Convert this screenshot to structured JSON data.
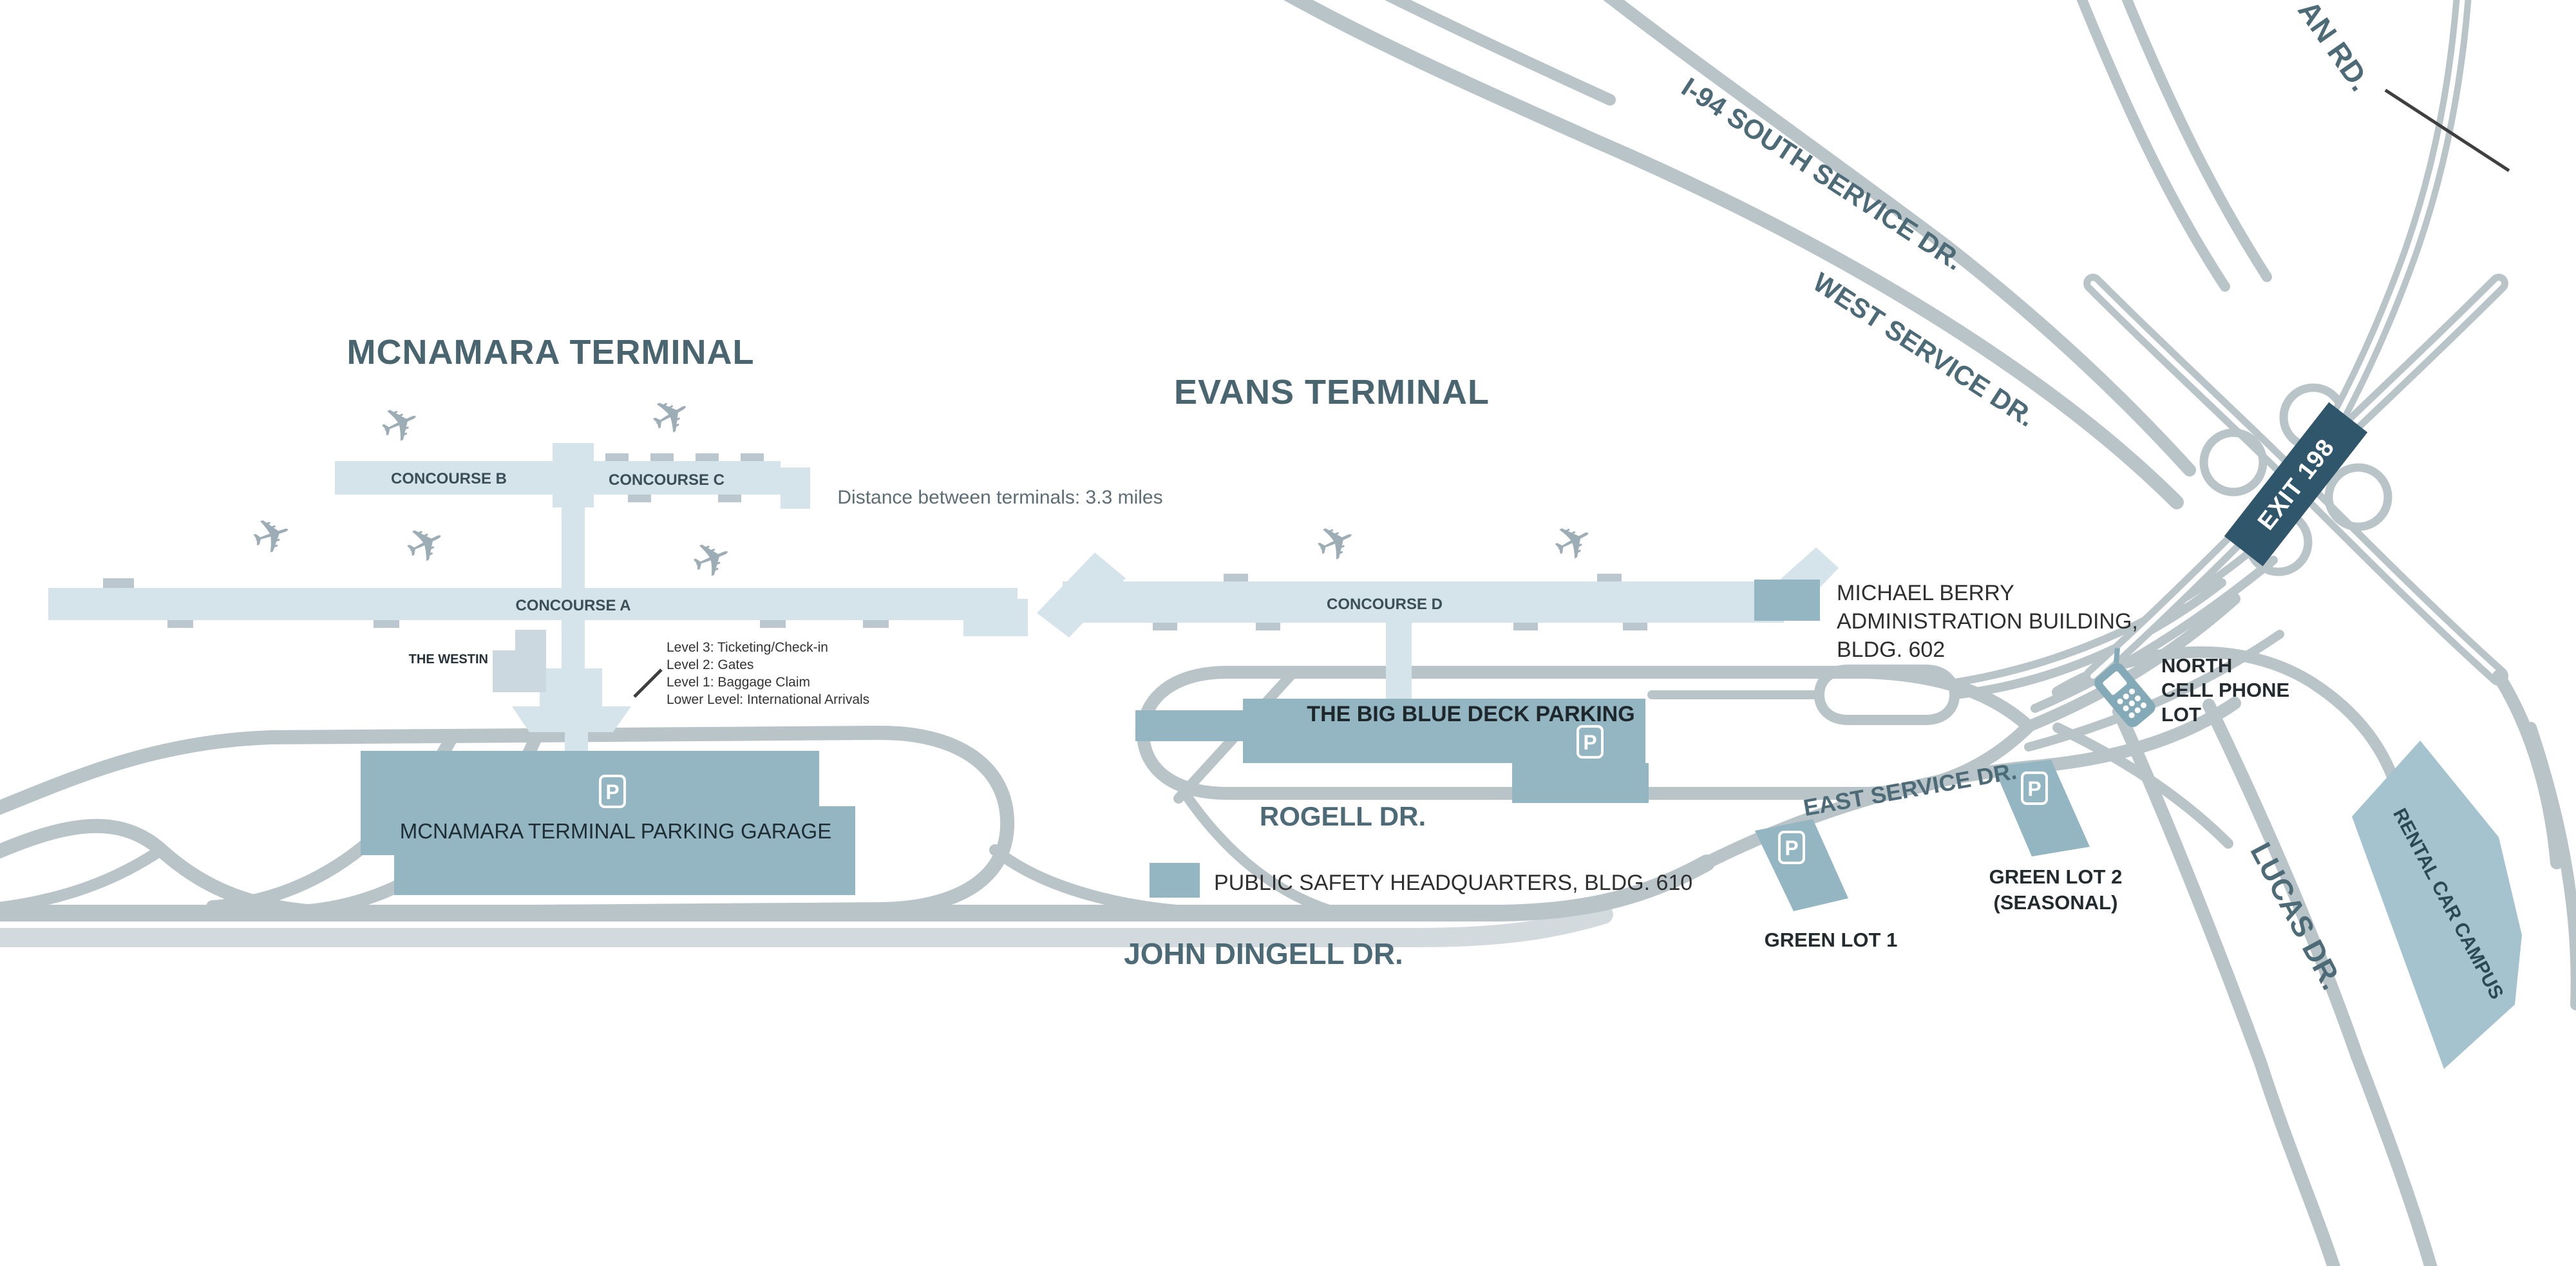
{
  "colors": {
    "background": "#ffffff",
    "terminal_fill": "#d5e3ea",
    "parking_fill": "#93b6c2",
    "road": "#b9c4c9",
    "slate_text": "#4d6a77",
    "dark_text": "#2f2f2f",
    "exit_sign_bg": "#2f566b",
    "plane_icon": "#9cadb6"
  },
  "titles": {
    "mcnamara": "MCNAMARA TERMINAL",
    "evans": "EVANS TERMINAL"
  },
  "note": {
    "distance": "Distance between terminals: 3.3 miles"
  },
  "concourses": {
    "a": "CONCOURSE A",
    "b": "CONCOURSE B",
    "c": "CONCOURSE C",
    "d": "CONCOURSE D"
  },
  "hotel": {
    "westin": "THE WESTIN"
  },
  "levels": [
    "Level 3: Ticketing/Check-in",
    "Level 2: Gates",
    "Level 1: Baggage Claim",
    "Lower Level: International Arrivals"
  ],
  "parking": {
    "garage": "MCNAMARA TERMINAL PARKING GARAGE",
    "big_blue_deck": "THE BIG BLUE DECK PARKING",
    "green_lot_1": "GREEN LOT 1",
    "green_lot_2_line1": "GREEN LOT 2",
    "green_lot_2_line2": "(SEASONAL)",
    "cell_lot_line1": "NORTH",
    "cell_lot_line2": "CELL PHONE",
    "cell_lot_line3": "LOT",
    "p_symbol": "P"
  },
  "buildings": {
    "michael_berry_line1": "MICHAEL BERRY",
    "michael_berry_line2": "ADMINISTRATION BUILDING,",
    "michael_berry_line3": "BLDG. 602",
    "public_safety": "PUBLIC SAFETY HEADQUARTERS, BLDG. 610",
    "rental_car_campus": "RENTAL CAR CAMPUS"
  },
  "roads": {
    "i94_south_service": "I-94 SOUTH SERVICE DR.",
    "west_service": "WEST SERVICE DR.",
    "east_service": "EAST SERVICE DR.",
    "rogell": "ROGELL DR.",
    "john_dingell": "JOHN DINGELL DR.",
    "lucas": "LUCAS DR.",
    "partial_road_top_right": "AN RD.",
    "exit_sign": "EXIT 198"
  },
  "icons": {
    "plane": "✈"
  }
}
